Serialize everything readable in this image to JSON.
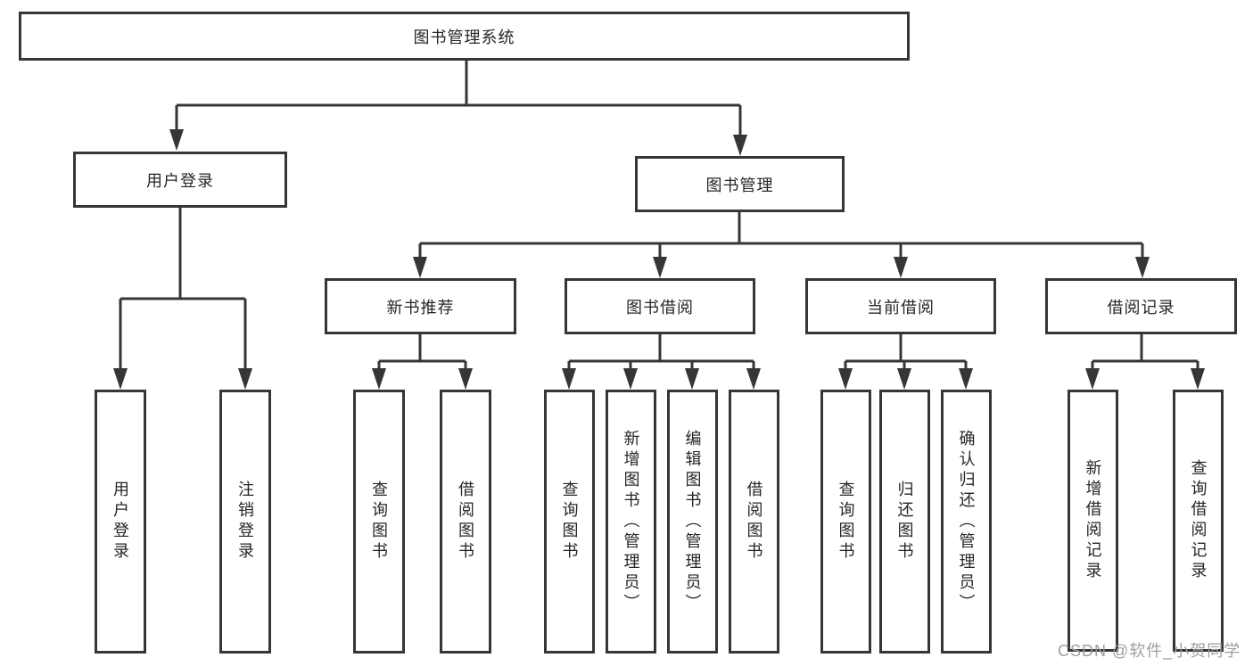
{
  "colors": {
    "background": "#ffffff",
    "line": "#363636",
    "box_fill": "#ffffff",
    "text": "#262626",
    "watermark": "#9e9e9e"
  },
  "watermark": "CSDN @软件_小贺同学",
  "tree": {
    "label": "图书管理系统",
    "children": [
      {
        "label": "用户登录",
        "children": [
          {
            "label": "用户登录"
          },
          {
            "label": "注销登录"
          }
        ]
      },
      {
        "label": "图书管理",
        "children": [
          {
            "label": "新书推荐",
            "children": [
              {
                "label": "查询图书"
              },
              {
                "label": "借阅图书"
              }
            ]
          },
          {
            "label": "图书借阅",
            "children": [
              {
                "label": "查询图书"
              },
              {
                "label": "新增图书（管理员）"
              },
              {
                "label": "编辑图书（管理员）"
              },
              {
                "label": "借阅图书"
              }
            ]
          },
          {
            "label": "当前借阅",
            "children": [
              {
                "label": "查询图书"
              },
              {
                "label": "归还图书"
              },
              {
                "label": "确认归还（管理员）"
              }
            ]
          },
          {
            "label": "借阅记录",
            "children": [
              {
                "label": "新增借阅记录"
              },
              {
                "label": "查询借阅记录"
              }
            ]
          }
        ]
      }
    ]
  }
}
